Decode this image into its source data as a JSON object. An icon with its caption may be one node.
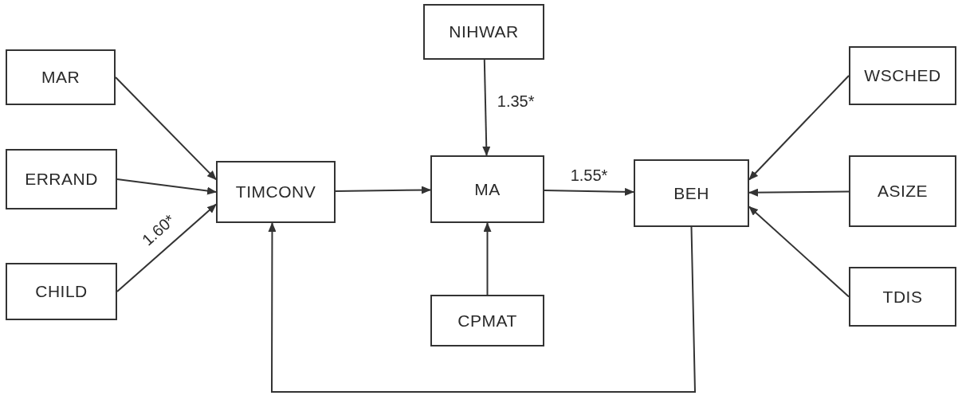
{
  "diagram": {
    "nodes": [
      {
        "text": [
          "MAR"
        ]
      },
      {
        "text": [
          "ERRAND"
        ]
      },
      {
        "text": [
          "CHILD"
        ]
      },
      {
        "text": [
          "TIMCONV"
        ]
      },
      {
        "text": [
          "NIHWAR"
        ]
      },
      {
        "text": [
          "MA"
        ]
      },
      {
        "text": [
          "CPMAT"
        ]
      },
      {
        "text": [
          "BEH"
        ]
      },
      {
        "text": [
          "WSCHED"
        ]
      },
      {
        "text": [
          "ASIZE"
        ]
      },
      {
        "text": [
          "TDIS"
        ]
      }
    ],
    "edges": [
      {
        "from": 0,
        "to": 3,
        "arrow": "to"
      },
      {
        "from": 1,
        "to": 3,
        "arrow": "to"
      },
      {
        "from": 2,
        "to": 3,
        "arrow": "to",
        "label": "1.60*"
      },
      {
        "from": 3,
        "to": 5,
        "arrow": "to"
      },
      {
        "from": 4,
        "to": 5,
        "arrow": "to",
        "label": "1.35*"
      },
      {
        "from": 6,
        "to": 5,
        "arrow": "to"
      },
      {
        "from": 5,
        "to": 7,
        "arrow": "to",
        "label": "1.55*"
      },
      {
        "from": 8,
        "to": 7,
        "arrow": "to"
      },
      {
        "from": 9,
        "to": 7,
        "arrow": "to"
      },
      {
        "from": 10,
        "to": 7,
        "arrow": "to"
      },
      {
        "from": 7,
        "to": 3,
        "arrow": "to"
      }
    ]
  }
}
